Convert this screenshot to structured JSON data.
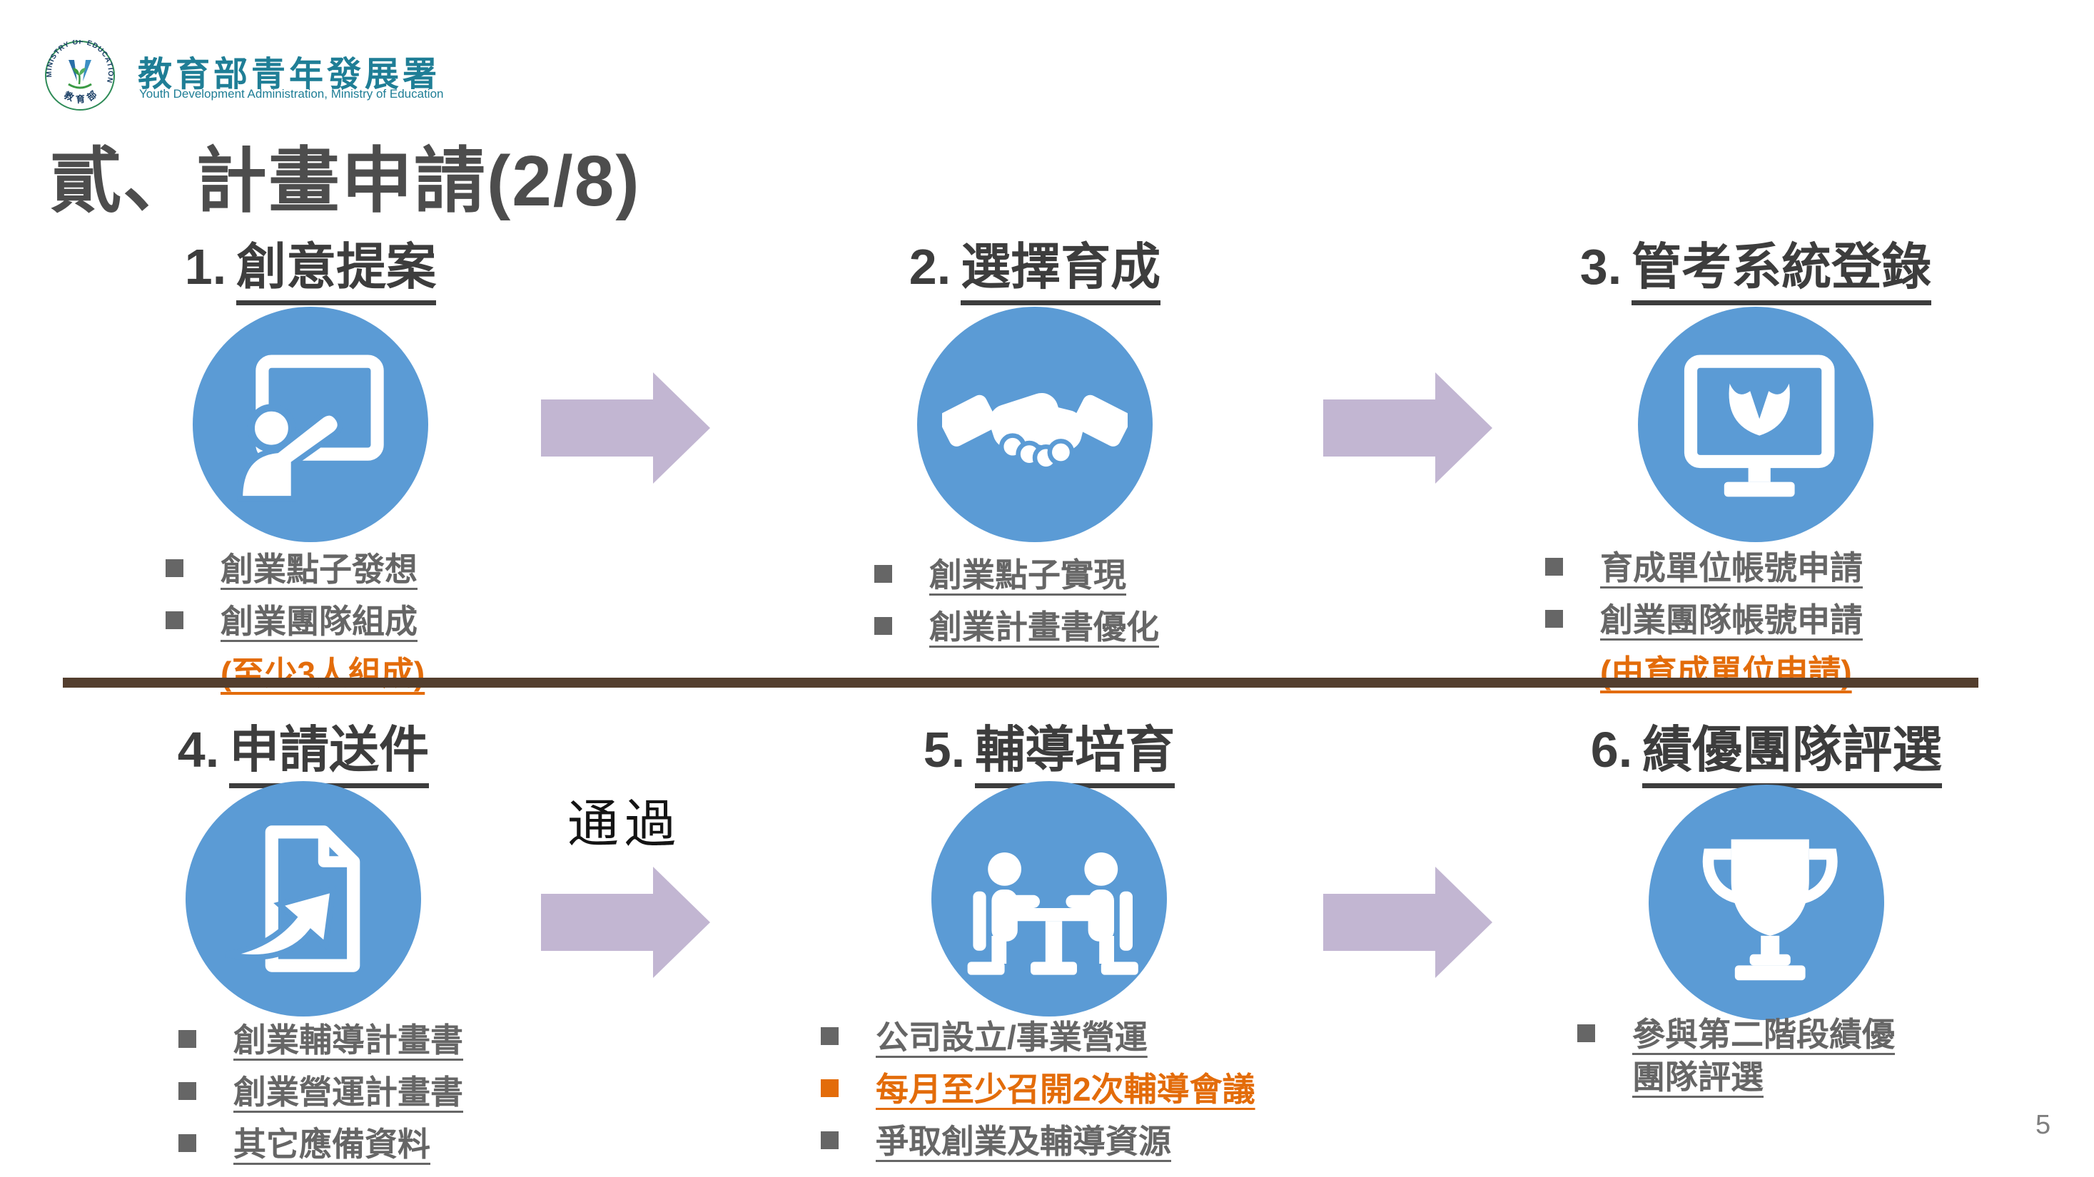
{
  "logo": {
    "seal_top_text": "MINISTRY OF EDUCATION",
    "seal_bottom_text": "教育部",
    "org_name_zh": "教育部青年發展署",
    "org_name_en": "Youth Development Administration, Ministry of Education"
  },
  "slide": {
    "title": "貳、計畫申請(2/8)",
    "pass_label": "通過",
    "page_number": "5"
  },
  "colors": {
    "icon_blue": "#5b9bd5",
    "arrow_lavender": "#c2b6d2",
    "emphasis_orange": "#e36c0a",
    "text_gray": "#666666",
    "heading_gray": "#3d3d3d",
    "divider_brown": "#533e2e",
    "logo_teal": "#1f7e96"
  },
  "steps": [
    {
      "num": "1.",
      "title": "創意提案",
      "icon": "presenter-board-icon",
      "bullets": [
        {
          "text": "創業點子發想",
          "emphasis": false
        },
        {
          "text": "創業團隊組成",
          "emphasis": false
        }
      ],
      "note": "(至少3人組成)"
    },
    {
      "num": "2.",
      "title": "選擇育成",
      "icon": "handshake-icon",
      "bullets": [
        {
          "text": "創業點子實現",
          "emphasis": false
        },
        {
          "text": "創業計畫書優化",
          "emphasis": false
        }
      ],
      "note": ""
    },
    {
      "num": "3.",
      "title": "管考系統登錄",
      "icon": "monitor-icon",
      "bullets": [
        {
          "text": "育成單位帳號申請",
          "emphasis": false
        },
        {
          "text": "創業團隊帳號申請",
          "emphasis": false
        }
      ],
      "note": "(由育成單位申請)"
    },
    {
      "num": "4.",
      "title": "申請送件",
      "icon": "document-submit-icon",
      "bullets": [
        {
          "text": "創業輔導計畫書",
          "emphasis": false
        },
        {
          "text": "創業營運計畫書",
          "emphasis": false
        },
        {
          "text": "其它應備資料",
          "emphasis": false
        }
      ],
      "note": ""
    },
    {
      "num": "5.",
      "title": "輔導培育",
      "icon": "meeting-icon",
      "bullets": [
        {
          "text": "公司設立/事業營運",
          "emphasis": false
        },
        {
          "text": "每月至少召開2次輔導會議",
          "emphasis": true
        },
        {
          "text": "爭取創業及輔導資源",
          "emphasis": false
        }
      ],
      "note": ""
    },
    {
      "num": "6.",
      "title": "績優團隊評選",
      "icon": "trophy-icon",
      "bullets": [
        {
          "text": "參與第二階段績優團隊評選",
          "emphasis": false
        }
      ],
      "note": ""
    }
  ]
}
